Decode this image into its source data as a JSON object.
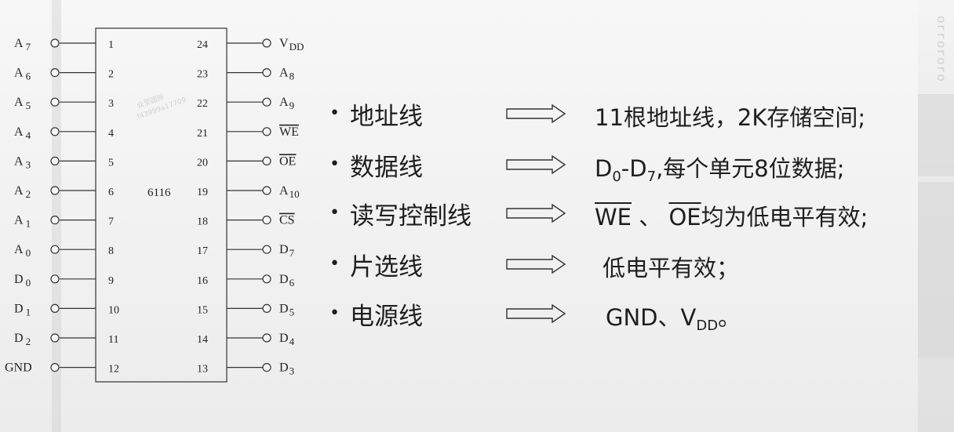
{
  "chip": {
    "name": "6116",
    "left_pins": [
      {
        "num": "1",
        "label": "A",
        "sub": "7"
      },
      {
        "num": "2",
        "label": "A",
        "sub": "6"
      },
      {
        "num": "3",
        "label": "A",
        "sub": "5"
      },
      {
        "num": "4",
        "label": "A",
        "sub": "4"
      },
      {
        "num": "5",
        "label": "A",
        "sub": "3"
      },
      {
        "num": "6",
        "label": "A",
        "sub": "2"
      },
      {
        "num": "7",
        "label": "A",
        "sub": "1"
      },
      {
        "num": "8",
        "label": "A",
        "sub": "0"
      },
      {
        "num": "9",
        "label": "D",
        "sub": "0"
      },
      {
        "num": "10",
        "label": "D",
        "sub": "1"
      },
      {
        "num": "11",
        "label": "D",
        "sub": "2"
      },
      {
        "num": "12",
        "label": "GND",
        "sub": ""
      }
    ],
    "right_pins": [
      {
        "num": "24",
        "label": "V",
        "sub": "DD",
        "overline": false
      },
      {
        "num": "23",
        "label": "A",
        "sub": "8",
        "overline": false
      },
      {
        "num": "22",
        "label": "A",
        "sub": "9",
        "overline": false
      },
      {
        "num": "21",
        "label": "WE",
        "sub": "",
        "overline": true
      },
      {
        "num": "20",
        "label": "OE",
        "sub": "",
        "overline": true
      },
      {
        "num": "19",
        "label": "A",
        "sub": "10",
        "overline": false
      },
      {
        "num": "18",
        "label": "CS",
        "sub": "",
        "overline": true
      },
      {
        "num": "17",
        "label": "D",
        "sub": "7",
        "overline": false
      },
      {
        "num": "16",
        "label": "D",
        "sub": "6",
        "overline": false
      },
      {
        "num": "15",
        "label": "D",
        "sub": "5",
        "overline": false
      },
      {
        "num": "14",
        "label": "D",
        "sub": "4",
        "overline": false
      },
      {
        "num": "13",
        "label": "D",
        "sub": "3",
        "overline": false
      }
    ]
  },
  "bullets": [
    {
      "topic": "地址线",
      "desc_text": "11根地址线，2K存储空间;"
    },
    {
      "topic": "数据线",
      "desc_text": "D0-D7,每个单元8位数据;",
      "d": "D",
      "d0": "0",
      "dash": "-",
      "d7": "7",
      "desc_rest": ",每个单元8位数据;"
    },
    {
      "topic": "读写控制线",
      "desc_text": "WE 、OE均为低电平有效;",
      "we": "WE",
      "sep": " 、",
      "oe": "OE",
      "desc_rest": "均为低电平有效;"
    },
    {
      "topic": "片选线",
      "desc_text": "低电平有效；"
    },
    {
      "topic": "电源线",
      "desc_text": "GND、VDD。",
      "gnd": "GND、V",
      "vdd_sub": "DD",
      "end": "。"
    }
  ],
  "bullet_char": "•",
  "watermark": {
    "line1": "众至国际",
    "line2": "f43999a17709"
  },
  "side_text": "orrororo"
}
